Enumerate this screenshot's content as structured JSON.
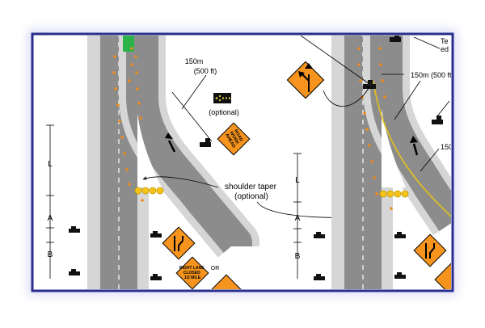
{
  "labels": {
    "dist_left": "150m",
    "dist_left_ft": "(500 ft)",
    "optional_arrow": "(optional)",
    "shoulder_taper": "shoulder taper",
    "shoulder_taper_optional": "(optional)",
    "dist_right": "150m (500 ft)",
    "dist_right_partial": "150",
    "text_partial_1": "Te",
    "text_partial_2": "ed",
    "dim_L": "L",
    "dim_A": "A",
    "dim_B": "B",
    "or": "OR"
  },
  "signs": {
    "road_work_ahead": [
      "ROAD",
      "WORK",
      "AHEAD"
    ],
    "right_lane_closed": [
      "RIGHT LANE",
      "CLOSED",
      "1/2 MILE"
    ]
  },
  "colors": {
    "frame_border": "#2a2f8f",
    "lane": "#8c8c8c",
    "shoulder": "#d6d6d6",
    "cone": "#f08a1c",
    "sign_orange": "#f7941d",
    "grass": "#2bb34a",
    "caution_line": "#e6c21a"
  }
}
